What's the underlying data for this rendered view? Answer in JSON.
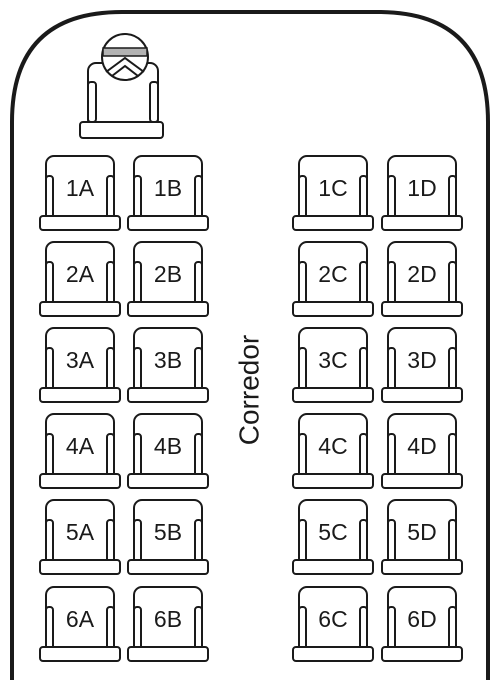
{
  "aisle_label": "Corredor",
  "colors": {
    "line": "#1a1a1a",
    "background": "#ffffff"
  },
  "driver_seat": {
    "icon": "steering-wheel-icon"
  },
  "seats": {
    "rows": [
      [
        "1A",
        "1B",
        "1C",
        "1D"
      ],
      [
        "2A",
        "2B",
        "2C",
        "2D"
      ],
      [
        "3A",
        "3B",
        "3C",
        "3D"
      ],
      [
        "4A",
        "4B",
        "4C",
        "4D"
      ],
      [
        "5A",
        "5B",
        "5C",
        "5D"
      ],
      [
        "6A",
        "6B",
        "6C",
        "6D"
      ]
    ]
  }
}
